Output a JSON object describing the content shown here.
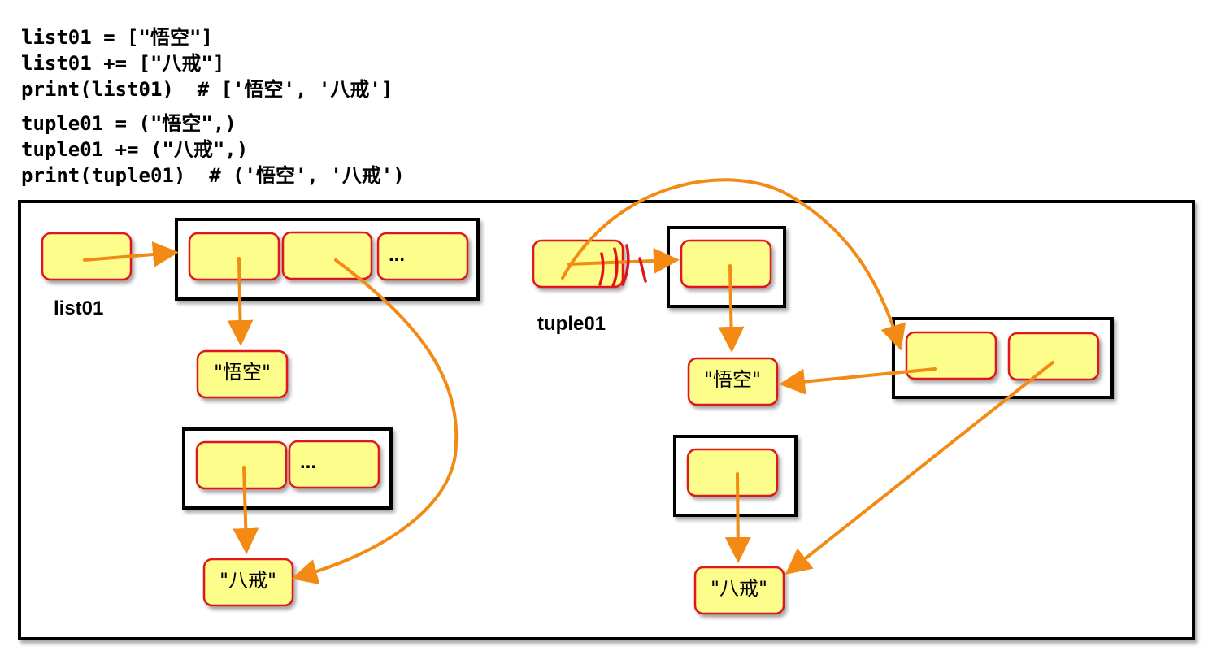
{
  "code": {
    "list_lines": [
      "list01 = [\"悟空\"]",
      "list01 += [\"八戒\"]",
      "print(list01)  # ['悟空', '八戒']"
    ],
    "tuple_lines": [
      "tuple01 = (\"悟空\",)",
      "tuple01 += (\"八戒\",)",
      "print(tuple01)  # ('悟空', '八戒')"
    ]
  },
  "diagram": {
    "list_var_label": "list01",
    "tuple_var_label": "tuple01",
    "list_str_wukong": "\"悟空\"",
    "list_str_bajie": "\"八戒\"",
    "tuple_str_wukong": "\"悟空\"",
    "tuple_str_bajie": "\"八戒\"",
    "list_ellipsis": "...",
    "lower_ellipsis": "...",
    "colors": {
      "cell_fill": "#fdfd8c",
      "cell_border": "#e0141a",
      "arrow": "#f28a14",
      "frame": "#000000",
      "break_mark": "#e0141a"
    }
  }
}
